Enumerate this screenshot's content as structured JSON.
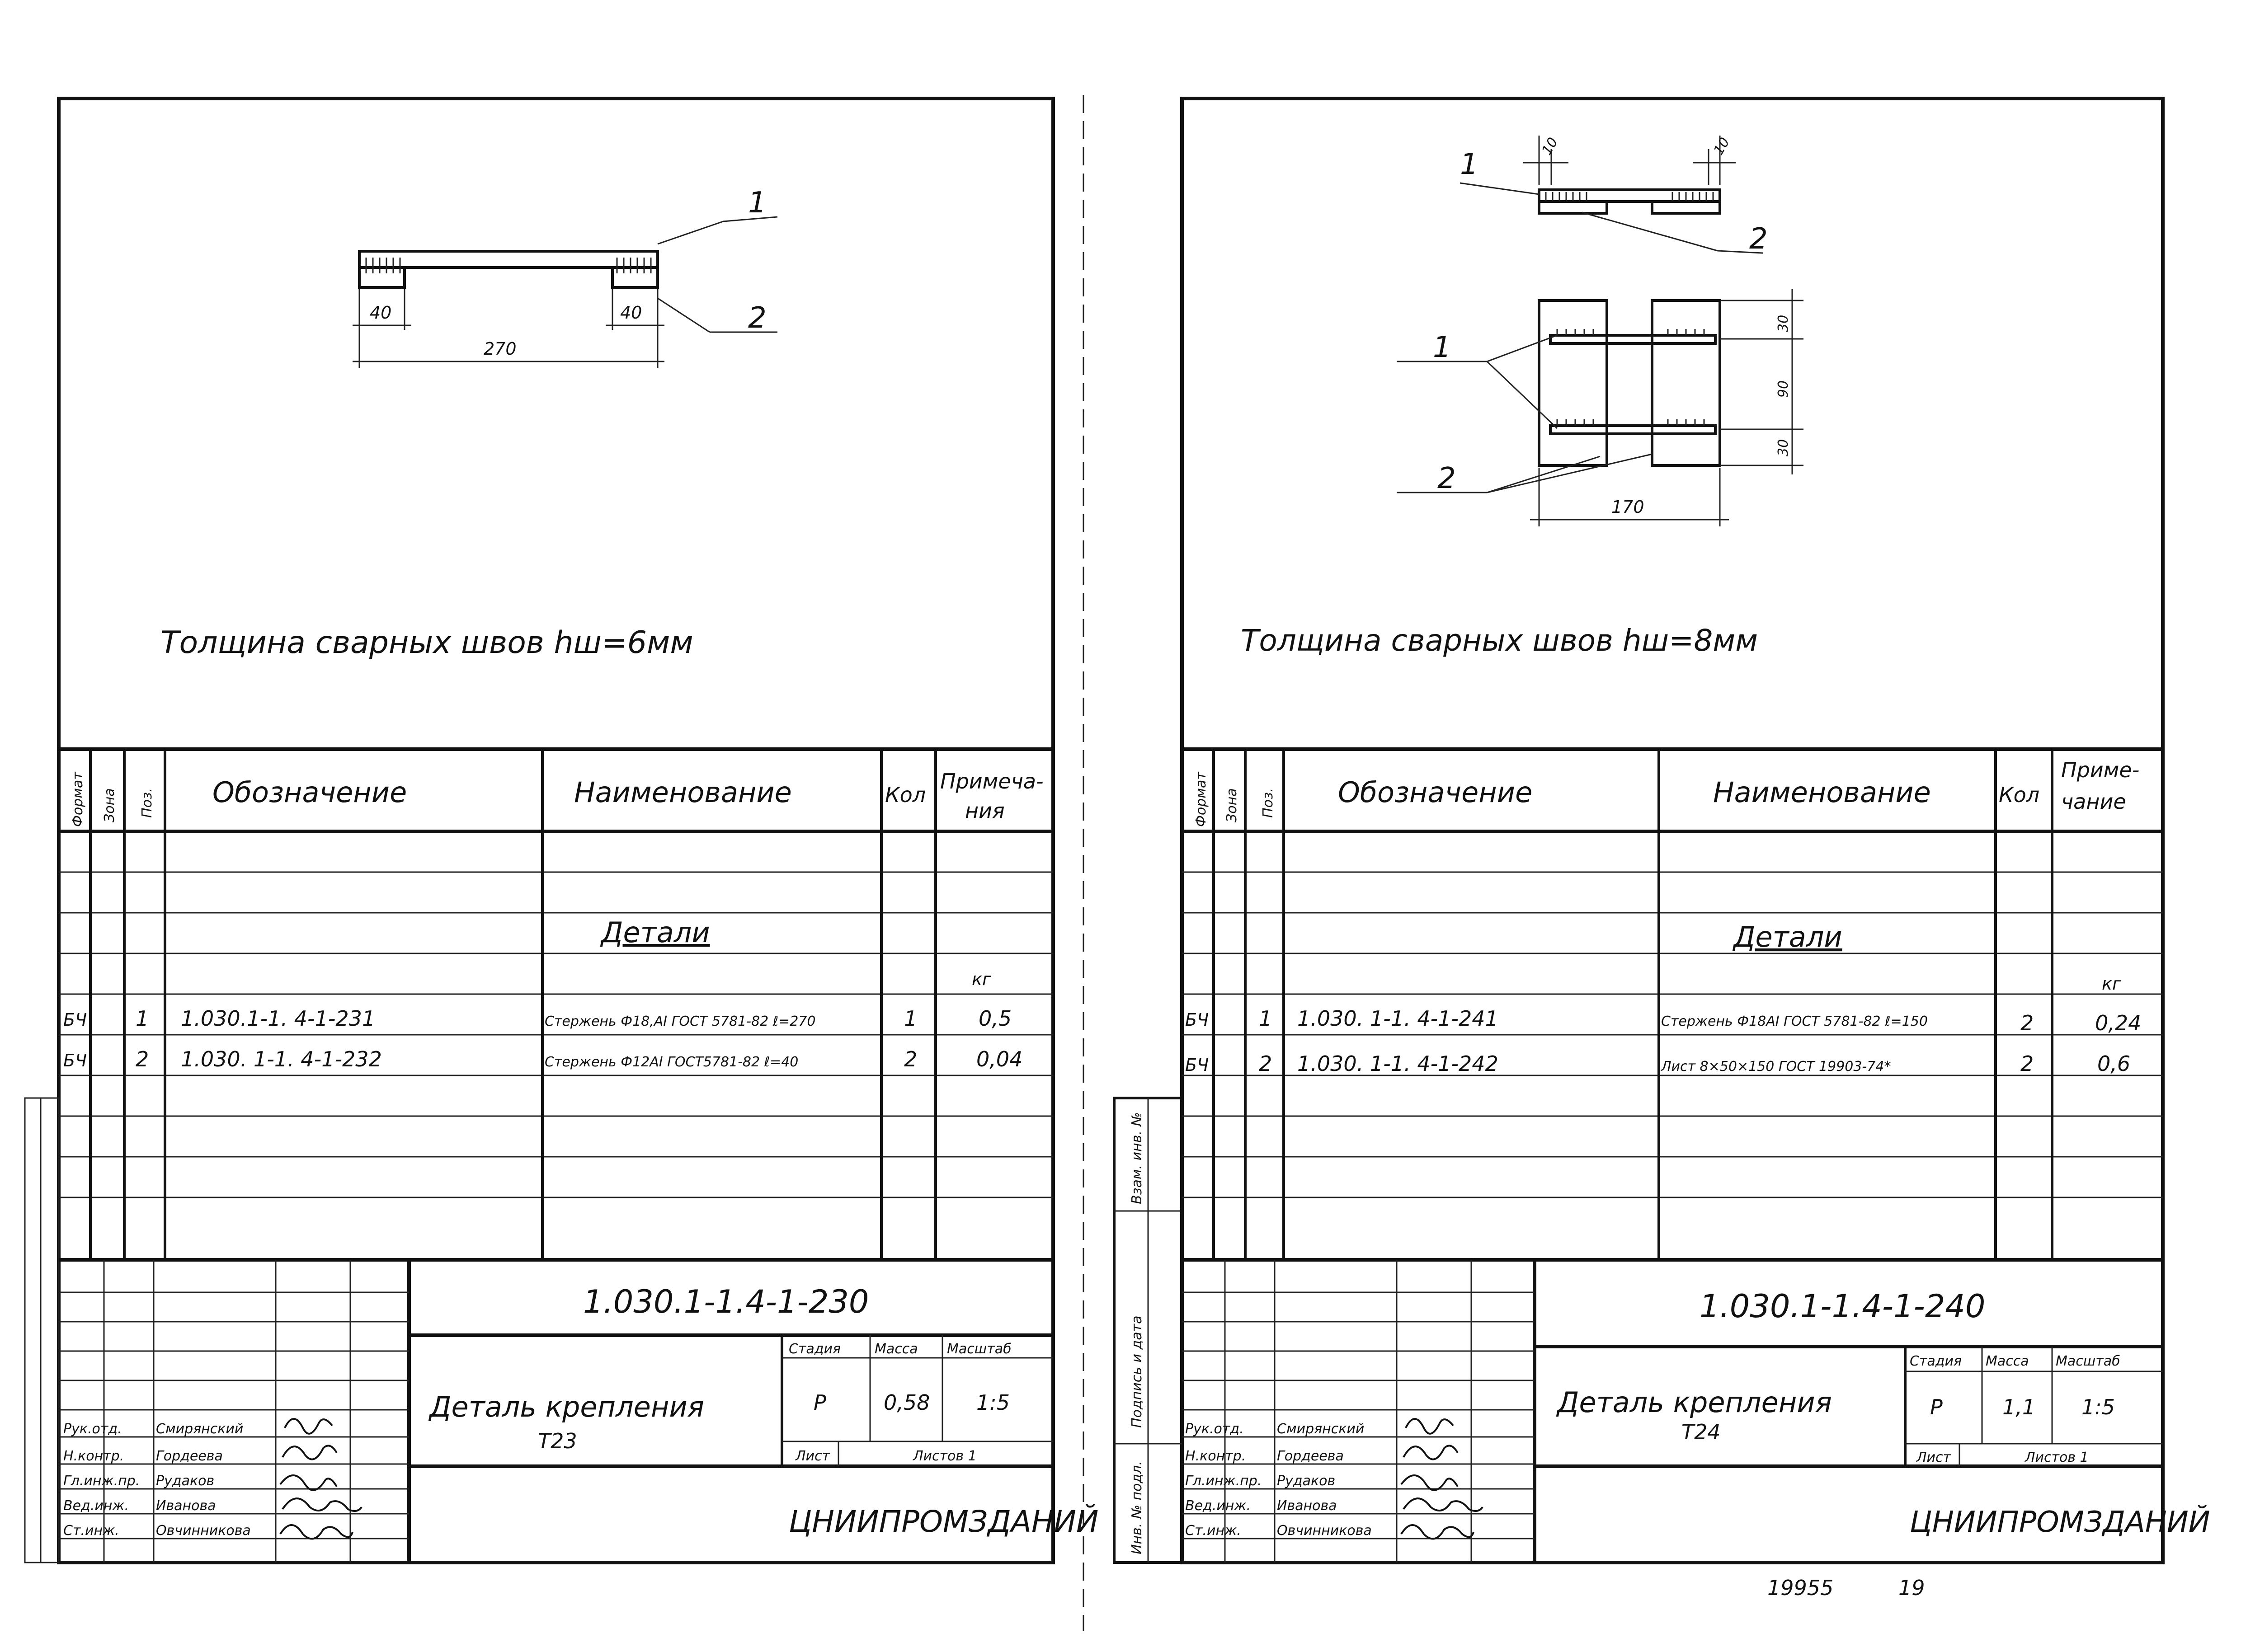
{
  "sheets": [
    {
      "dims": {
        "d1": "40",
        "d2": "40",
        "d3": "270"
      },
      "callouts": {
        "c1": "1",
        "c2": "2"
      },
      "weld_note": "Толщина сварных швов hш=6мм",
      "spec_headers": {
        "format": "Формат",
        "zone": "Зона",
        "pos": "Поз.",
        "designation": "Обозначение",
        "name": "Наименование",
        "qty": "Кол",
        "note1": "Примеча-",
        "note2": "ния"
      },
      "section": "Детали",
      "unit": "кг",
      "rows": [
        {
          "format": "БЧ",
          "pos": "1",
          "designation": "1.030.1-1. 4-1-231",
          "name": "Стержень Ф18,АI ГОСТ 5781-82 ℓ=270",
          "qty": "1",
          "note": "0,5"
        },
        {
          "format": "БЧ",
          "pos": "2",
          "designation": "1.030. 1-1. 4-1-232",
          "name": "Стержень Ф12АI ГОСТ5781-82 ℓ=40",
          "qty": "2",
          "note": "0,04"
        }
      ],
      "doc_code": "1.030.1-1.4-1-230",
      "title1": "Деталь крепления",
      "title2": "Т23",
      "stage_hdr": "Стадия",
      "mass_hdr": "Масса",
      "scale_hdr": "Масштаб",
      "stage": "Р",
      "mass": "0,58",
      "scale": "1:5",
      "sheet_lbl": "Лист",
      "sheets_lbl": "Листов 1",
      "org": "ЦНИИПРОМЗДАНИЙ",
      "staff": [
        {
          "role": "Рук.отд.",
          "name": "Смирянский"
        },
        {
          "role": "Н.контр.",
          "name": "Гордеева"
        },
        {
          "role": "Гл.инж.пр.",
          "name": "Рудаков"
        },
        {
          "role": "Вед.инж.",
          "name": "Иванова"
        },
        {
          "role": "Ст.инж.",
          "name": "Овчинникова"
        }
      ]
    },
    {
      "dims": {
        "d1": "10",
        "d2": "10",
        "d3": "30",
        "d4": "90",
        "d5": "30",
        "d6": "170"
      },
      "callouts": {
        "c1": "1",
        "c2": "2",
        "c3": "1",
        "c4": "2"
      },
      "weld_note": "Толщина сварных швов hш=8мм",
      "spec_headers": {
        "format": "Формат",
        "zone": "Зона",
        "pos": "Поз.",
        "designation": "Обозначение",
        "name": "Наименование",
        "qty": "Кол",
        "note1": "Приме-",
        "note2": "чание"
      },
      "section": "Детали",
      "unit": "кг",
      "rows": [
        {
          "format": "БЧ",
          "pos": "1",
          "designation": "1.030. 1-1. 4-1-241",
          "name": "Стержень Ф18АI ГОСТ 5781-82 ℓ=150",
          "qty": "2",
          "note": "0,24"
        },
        {
          "format": "БЧ",
          "pos": "2",
          "designation": "1.030. 1-1. 4-1-242",
          "name": "Лист 8×50×150 ГОСТ 19903-74*",
          "qty": "2",
          "note": "0,6"
        }
      ],
      "doc_code": "1.030.1-1.4-1-240",
      "title1": "Деталь крепления",
      "title2": "Т24",
      "stage_hdr": "Стадия",
      "mass_hdr": "Масса",
      "scale_hdr": "Масштаб",
      "stage": "Р",
      "mass": "1,1",
      "scale": "1:5",
      "sheet_lbl": "Лист",
      "sheets_lbl": "Листов 1",
      "org": "ЦНИИПРОМЗДАНИЙ",
      "staff": [
        {
          "role": "Рук.отд.",
          "name": "Смирянский"
        },
        {
          "role": "Н.контр.",
          "name": "Гордеева"
        },
        {
          "role": "Гл.инж.пр.",
          "name": "Рудаков"
        },
        {
          "role": "Вед.инж.",
          "name": "Иванова"
        },
        {
          "role": "Ст.инж.",
          "name": "Овчинникова"
        }
      ]
    }
  ],
  "side_stamp": {
    "inv": "Инв. № подл.",
    "sign": "Подпись и дата",
    "repl": "Взам. инв. №"
  },
  "footer": {
    "album": "19955",
    "page": "19"
  }
}
